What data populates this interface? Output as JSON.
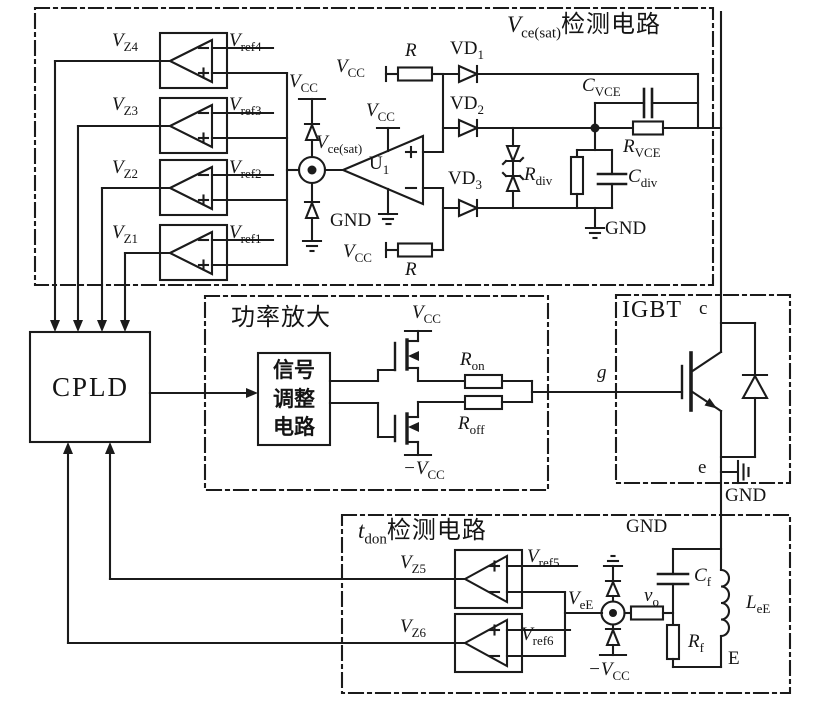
{
  "colors": {
    "line": "#1b1b1b",
    "background": "#ffffff"
  },
  "sections": {
    "vce_detect": {
      "title_main": "V",
      "title_sub": "ce(sat)",
      "title_suffix": "检测电路"
    },
    "power_amp": {
      "title": "功率放大"
    },
    "igbt": {
      "title": "IGBT",
      "collector": "c",
      "gate": "g",
      "emitter_aux": "e",
      "emitter_power": "E"
    },
    "tdon_detect": {
      "title_main": "t",
      "title_sub": "don",
      "title_suffix": "检测电路"
    }
  },
  "blocks": {
    "cpld": {
      "label": "CPLD"
    },
    "signal_conditioner": {
      "line1": "信号",
      "line2": "调整",
      "line3": "电路"
    }
  },
  "labels": {
    "vz4": {
      "main": "V",
      "sub": "Z4"
    },
    "vref4": {
      "main": "V",
      "sub": "ref4"
    },
    "vz3": {
      "main": "V",
      "sub": "Z3"
    },
    "vref3": {
      "main": "V",
      "sub": "ref3"
    },
    "vz2": {
      "main": "V",
      "sub": "Z2"
    },
    "vref2": {
      "main": "V",
      "sub": "ref2"
    },
    "vz1": {
      "main": "V",
      "sub": "Z1"
    },
    "vref1": {
      "main": "V",
      "sub": "ref1"
    },
    "vcc_clamp": {
      "main": "V",
      "sub": "CC"
    },
    "vcesat": {
      "main": "V",
      "sub": "ce(sat)"
    },
    "vcc_u1": {
      "main": "V",
      "sub": "CC"
    },
    "u1": {
      "main": "U",
      "sub": "1"
    },
    "gnd_u1": {
      "text": "GND"
    },
    "vcc_r1": {
      "main": "V",
      "sub": "CC"
    },
    "r1": {
      "main": "R"
    },
    "vd1": {
      "main": "VD",
      "sub": "1"
    },
    "vd2": {
      "main": "VD",
      "sub": "2"
    },
    "vd3": {
      "main": "VD",
      "sub": "3"
    },
    "vcc_r2": {
      "main": "V",
      "sub": "CC"
    },
    "r2": {
      "main": "R"
    },
    "cvce": {
      "main": "C",
      "sub": "VCE"
    },
    "rvce": {
      "main": "R",
      "sub": "VCE"
    },
    "rdiv": {
      "main": "R",
      "sub": "div"
    },
    "cdiv": {
      "main": "C",
      "sub": "div"
    },
    "gnd_div": {
      "text": "GND"
    },
    "vcc_pa": {
      "main": "V",
      "sub": "CC"
    },
    "nvcc_pa": {
      "main": "−V",
      "sub": "CC"
    },
    "ron": {
      "main": "R",
      "sub": "on"
    },
    "roff": {
      "main": "R",
      "sub": "off"
    },
    "gnd_e": {
      "text": "GND"
    },
    "gnd_tdon": {
      "text": "GND"
    },
    "vz5": {
      "main": "V",
      "sub": "Z5"
    },
    "vref5": {
      "main": "V",
      "sub": "ref5"
    },
    "vz6": {
      "main": "V",
      "sub": "Z6"
    },
    "vref6": {
      "main": "V",
      "sub": "ref6"
    },
    "veE": {
      "main": "V",
      "sub": "eE"
    },
    "vo": {
      "main": "v",
      "sub": "o"
    },
    "nvcc_tdon": {
      "main": "−V",
      "sub": "CC"
    },
    "cf": {
      "main": "C",
      "sub": "f"
    },
    "lee": {
      "main": "L",
      "sub": "eE"
    },
    "rf": {
      "main": "R",
      "sub": "f"
    }
  }
}
